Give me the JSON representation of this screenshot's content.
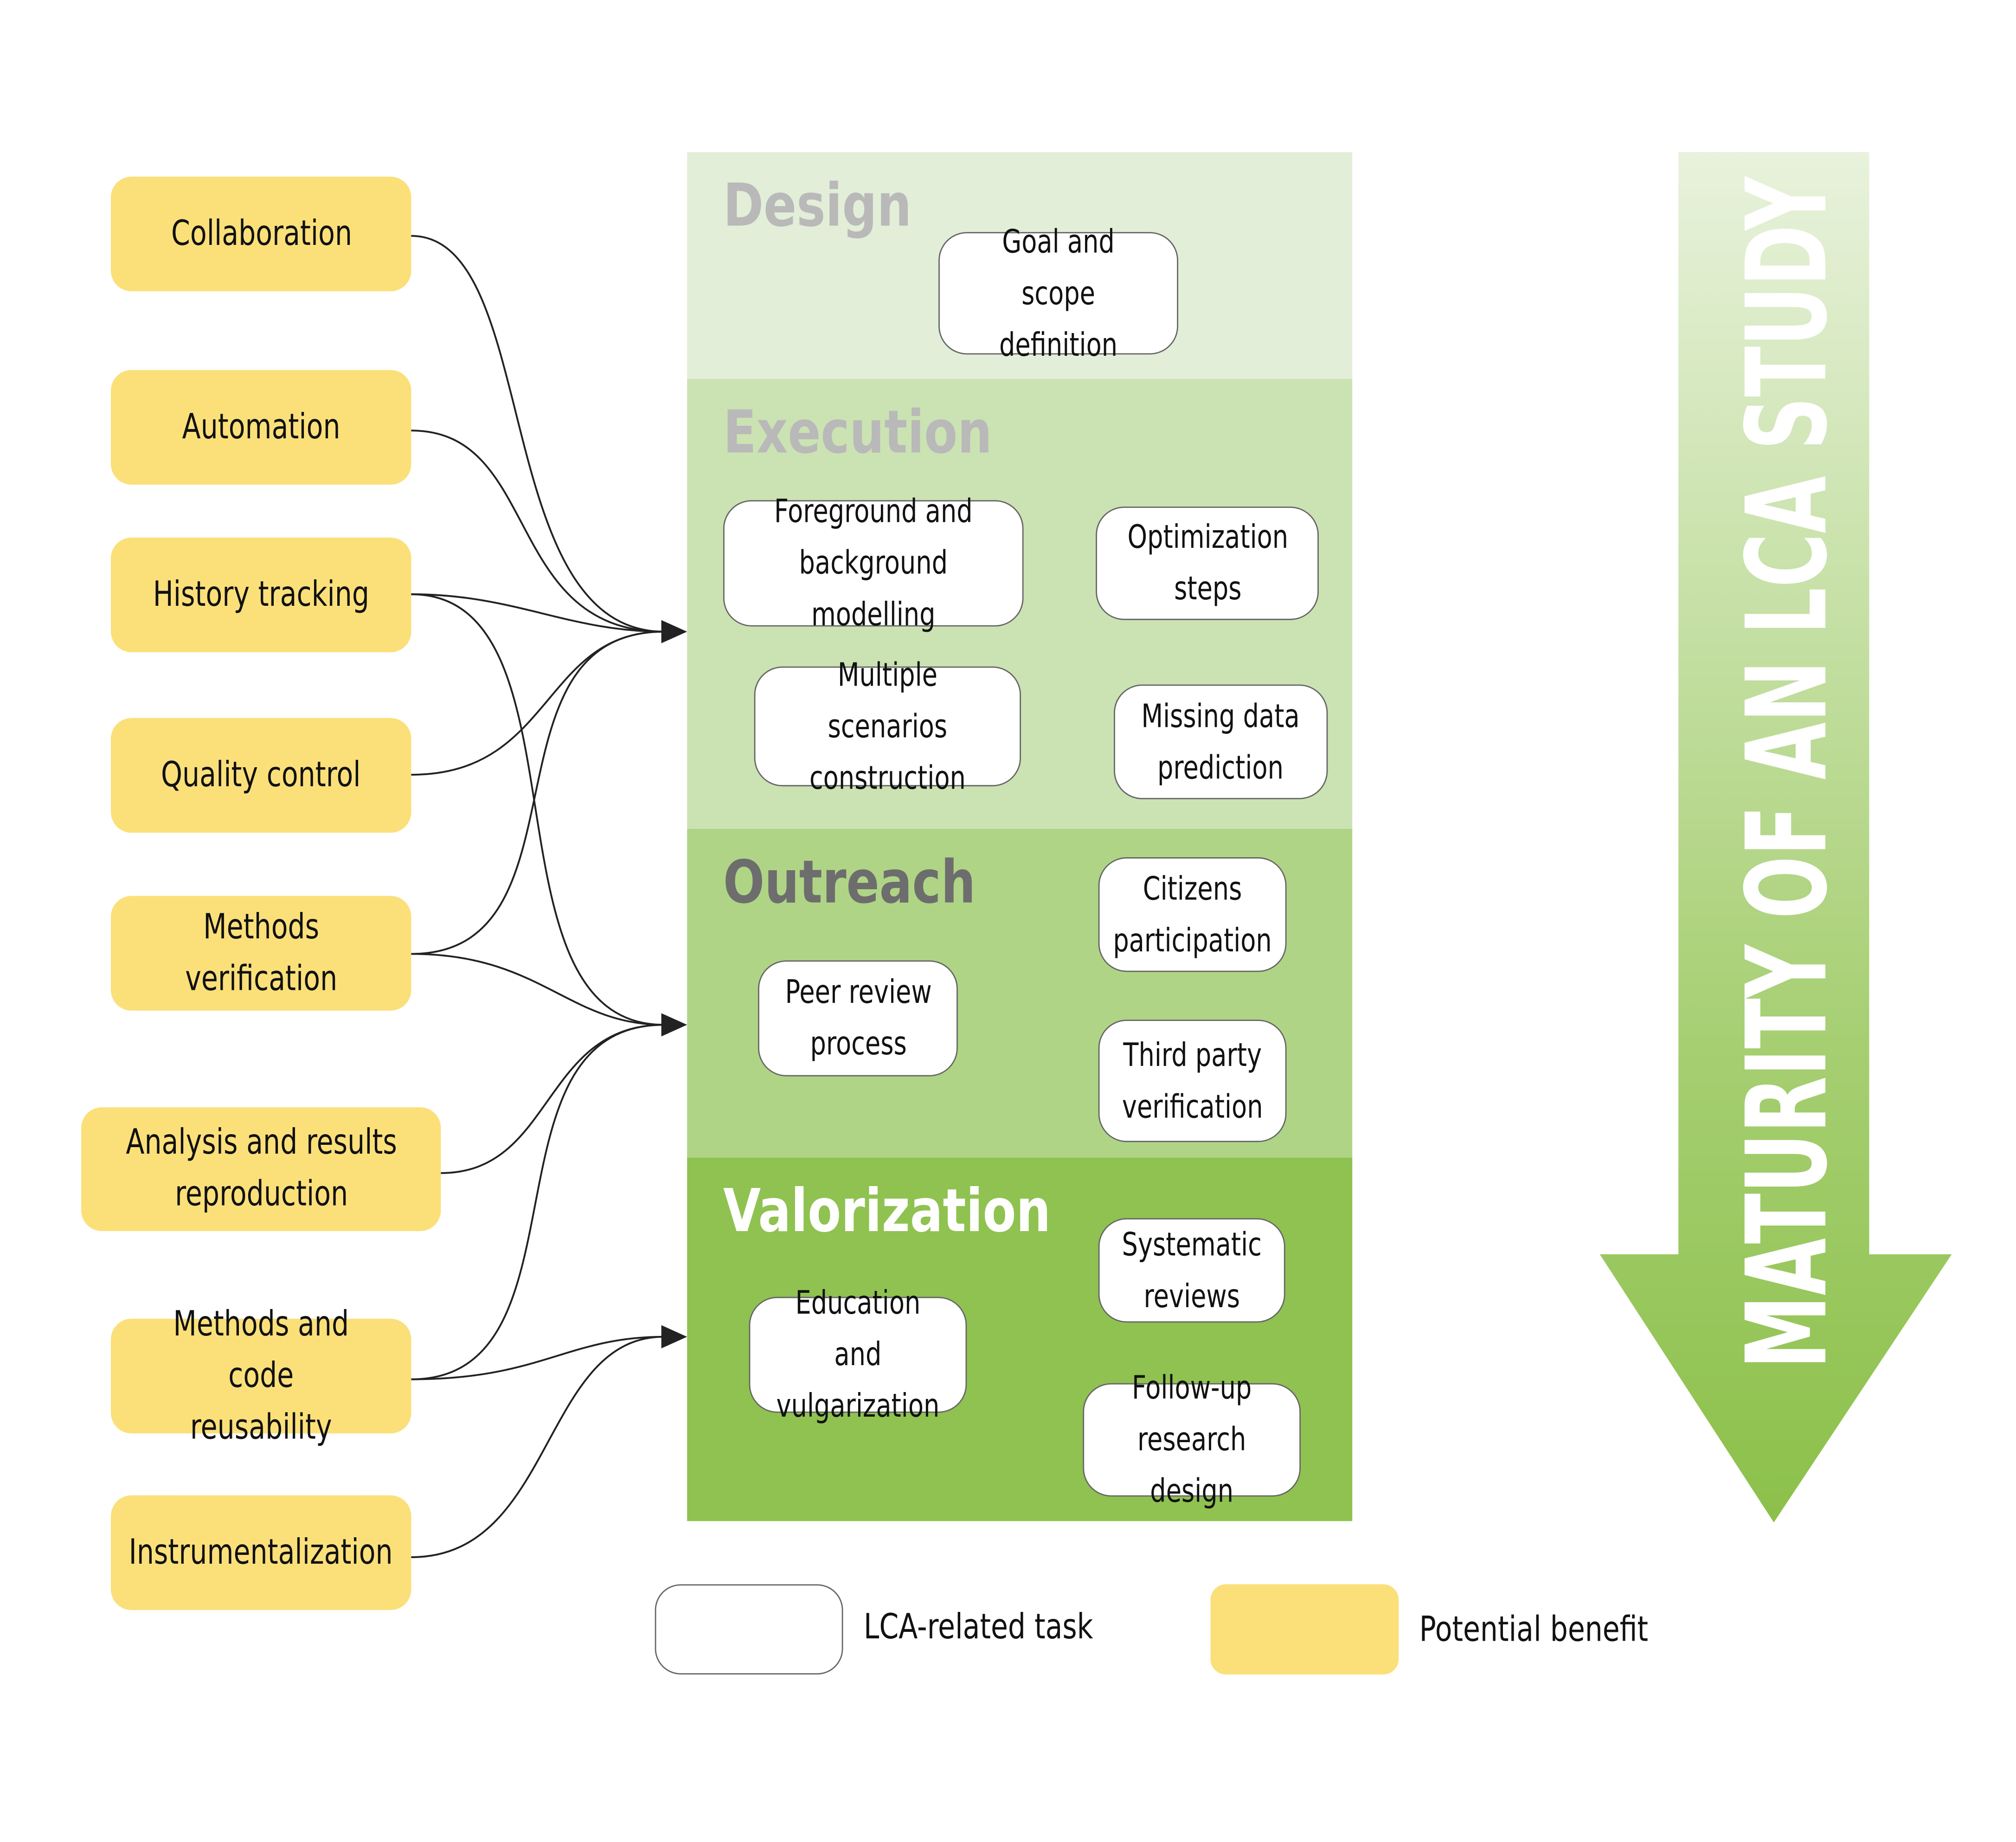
{
  "benefits": [
    {
      "label": "Collaboration"
    },
    {
      "label": "Automation"
    },
    {
      "label": "History tracking"
    },
    {
      "label": "Quality control"
    },
    {
      "label": "Methods\nverification"
    },
    {
      "label": "Analysis and results\nreproduction"
    },
    {
      "label": "Methods and code\nreusability"
    },
    {
      "label": "Instrumentalization"
    }
  ],
  "phases": [
    {
      "title": "Design",
      "color": "#e2eed8",
      "title_color": "#b9b9b9",
      "tasks": [
        "Goal and scope\ndefinition"
      ]
    },
    {
      "title": "Execution",
      "color": "#cbe2b2",
      "title_color": "#b9b9b9",
      "tasks": [
        "Foreground and\nbackground modelling",
        "Optimization\nsteps",
        "Multiple scenarios\nconstruction",
        "Missing data\nprediction"
      ]
    },
    {
      "title": "Outreach",
      "color": "#afd486",
      "title_color": "#6d6d6d",
      "tasks": [
        "Citizens\nparticipation",
        "Peer review\nprocess",
        "Third party\nverification"
      ]
    },
    {
      "title": "Valorization",
      "color": "#8fc250",
      "title_color": "#ffffff",
      "tasks": [
        "Systematic\nreviews",
        "Education and\nvulgarization",
        "Follow-up\nresearch design"
      ]
    }
  ],
  "maturity_arrow": {
    "label": "MATURITY OF AN LCA STUDY",
    "color_top": "#e8f2dc",
    "color_bottom": "#8cc04a"
  },
  "legend": {
    "task_label": "LCA-related task",
    "benefit_label": "Potential benefit"
  },
  "colors": {
    "benefit": "#fbe07a",
    "connector": "#222222"
  }
}
